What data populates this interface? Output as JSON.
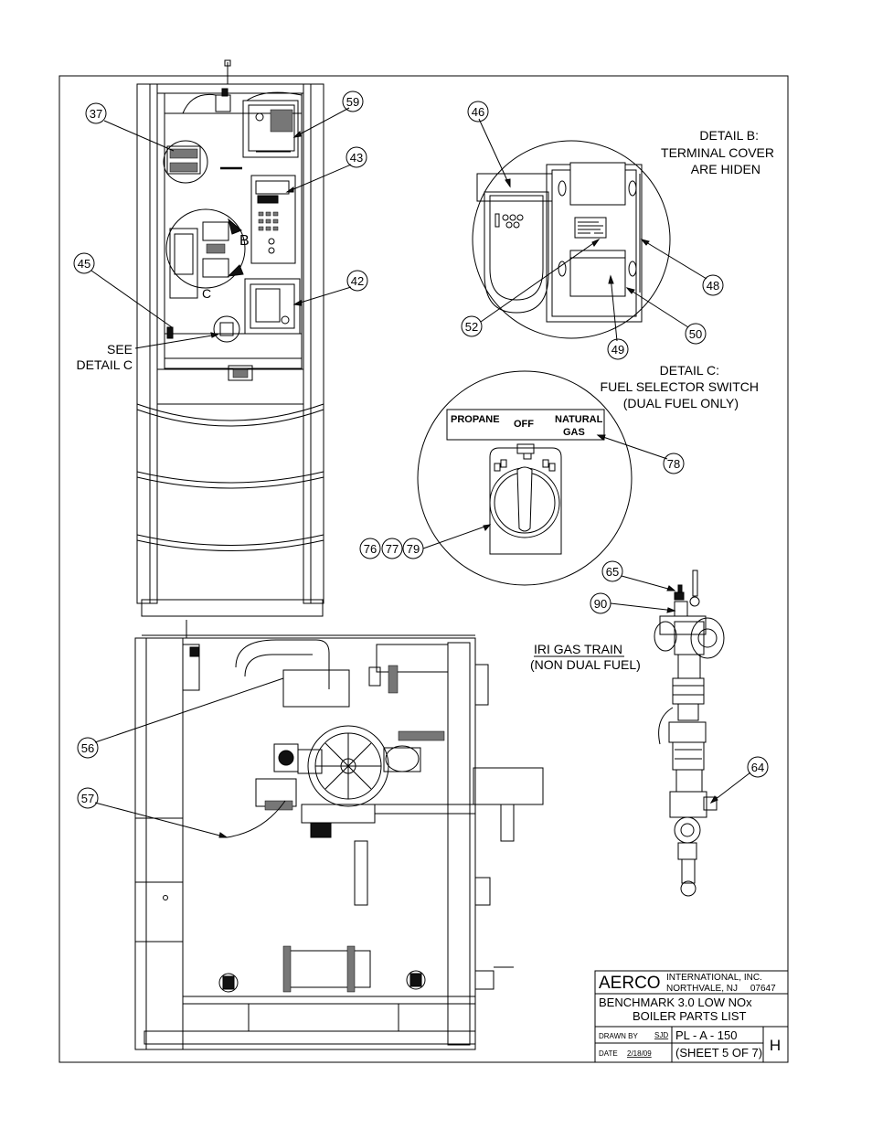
{
  "balloons": [
    {
      "id": "b37",
      "text": "37"
    },
    {
      "id": "b59",
      "text": "59"
    },
    {
      "id": "b43",
      "text": "43"
    },
    {
      "id": "b45",
      "text": "45"
    },
    {
      "id": "b42",
      "text": "42"
    },
    {
      "id": "b46",
      "text": "46"
    },
    {
      "id": "b48",
      "text": "48"
    },
    {
      "id": "b50",
      "text": "50"
    },
    {
      "id": "b52",
      "text": "52"
    },
    {
      "id": "b49",
      "text": "49"
    },
    {
      "id": "b78",
      "text": "78"
    },
    {
      "id": "b76",
      "text": "76"
    },
    {
      "id": "b77",
      "text": "77"
    },
    {
      "id": "b79",
      "text": "79"
    },
    {
      "id": "b65",
      "text": "65"
    },
    {
      "id": "b90",
      "text": "90"
    },
    {
      "id": "b56",
      "text": "56"
    },
    {
      "id": "b57",
      "text": "57"
    },
    {
      "id": "b64",
      "text": "64"
    }
  ],
  "labels": {
    "detail_b": [
      "DETAIL B:",
      "TERMINAL COVER",
      "ARE HIDEN"
    ],
    "detail_c": [
      "DETAIL C:",
      "FUEL SELECTOR SWITCH",
      "(DUAL FUEL ONLY)"
    ],
    "see_detail_c": [
      "SEE",
      "DETAIL C"
    ],
    "callout_b": "B",
    "callout_c": "C",
    "gas_train": [
      "IRI GAS TRAIN",
      "(NON DUAL FUEL)"
    ]
  },
  "switch_plate": {
    "left": "PROPANE",
    "middle": "OFF",
    "right_1": "NATURAL",
    "right_2": "GAS"
  },
  "title_block": {
    "company": "AERCO",
    "company_line1": "INTERNATIONAL, INC.",
    "company_line2": "NORTHVALE, NJ     07647",
    "title_line1": "BENCHMARK 3.0 LOW NOx",
    "title_line2": "BOILER PARTS LIST",
    "drawn_by_label": "DRAWN BY",
    "drawn_by": "SJD",
    "date_label": "DATE",
    "date": "2/18/09",
    "drawing_no": "PL - A - 150",
    "sheet": "(SHEET 5 OF 7)",
    "revision": "H"
  }
}
